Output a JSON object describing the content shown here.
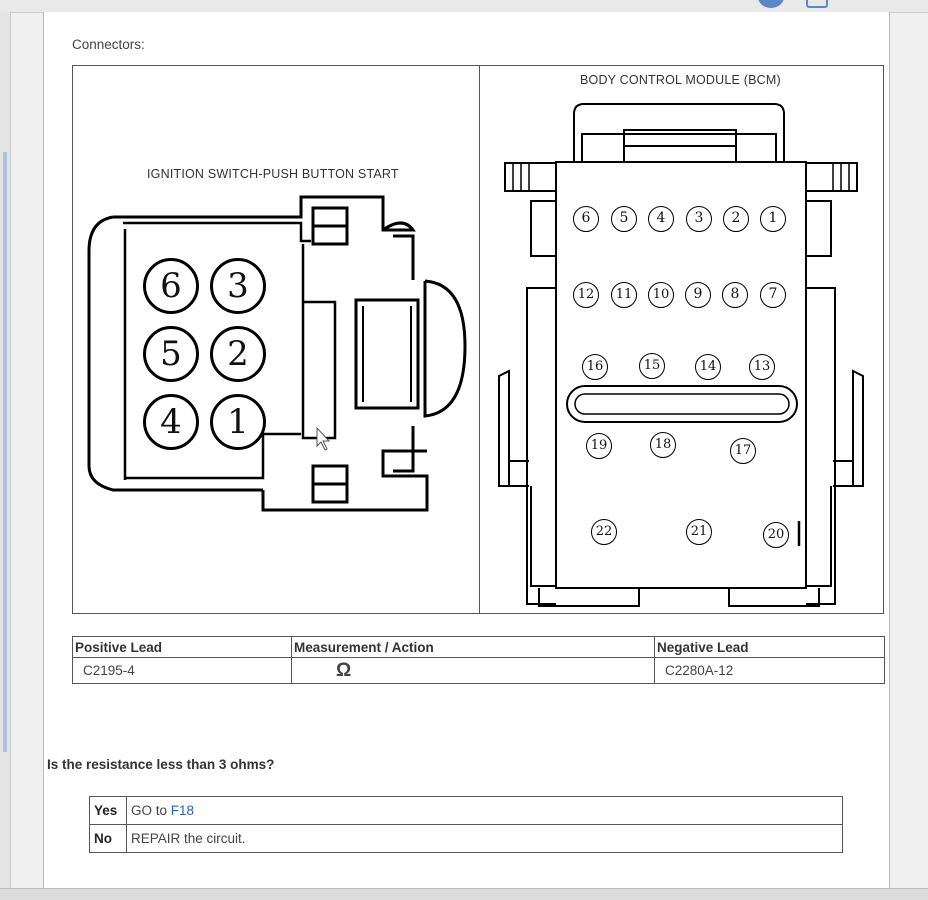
{
  "section": {
    "connectors_label": "Connectors:"
  },
  "diagram": {
    "left_title": "IGNITION SWITCH-PUSH BUTTON START",
    "right_title": "BODY CONTROL MODULE (BCM)",
    "ignition_pins": [
      "6",
      "3",
      "5",
      "2",
      "4",
      "1"
    ],
    "bcm_pins": {
      "row1": [
        "6",
        "5",
        "4",
        "3",
        "2",
        "1"
      ],
      "row2": [
        "12",
        "11",
        "10",
        "9",
        "8",
        "7"
      ],
      "row3": [
        "16",
        "15",
        "14",
        "13"
      ],
      "row4": [
        "19",
        "18",
        "17"
      ],
      "row5": [
        "22",
        "21",
        "20"
      ]
    }
  },
  "lead_table": {
    "headers": {
      "positive": "Positive Lead",
      "measurement": "Measurement / Action",
      "negative": "Negative Lead"
    },
    "row": {
      "positive": "C2195-4",
      "measurement": "Ω",
      "negative": "C2280A-12"
    }
  },
  "question": "Is the resistance less than 3 ohms?",
  "answers": {
    "yes": {
      "key": "Yes",
      "prefix": "GO to ",
      "link": "F18"
    },
    "no": {
      "key": "No",
      "text": "REPAIR the circuit."
    }
  },
  "colors": {
    "link": "#2a63b8",
    "accent": "#5b87c7"
  }
}
